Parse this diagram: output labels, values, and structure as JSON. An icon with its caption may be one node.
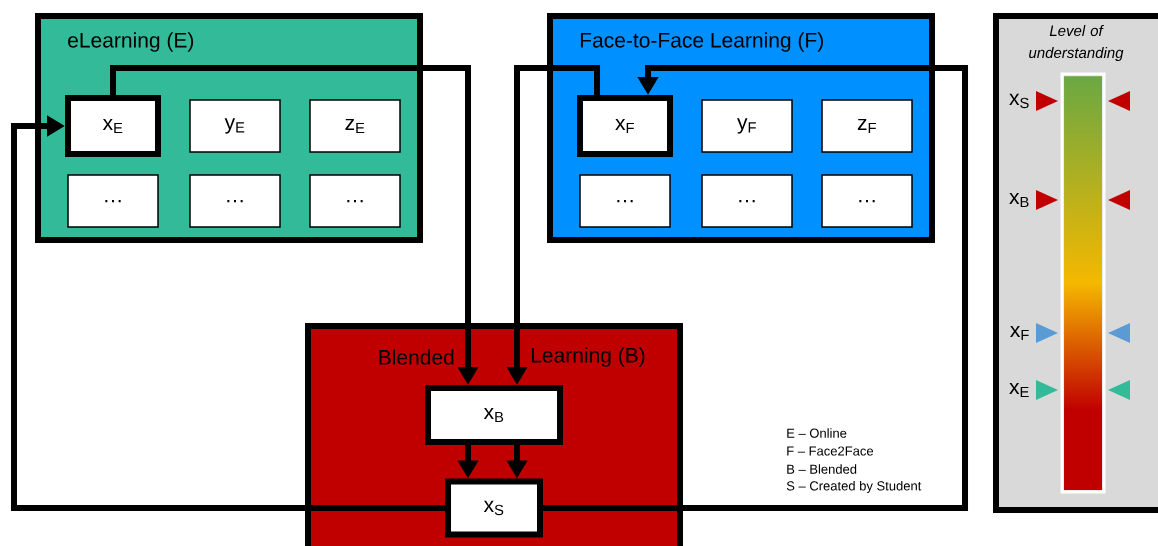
{
  "diagram": {
    "nodes": [
      {
        "text": [
          "eLearning (E)"
        ]
      },
      {
        "text": [
          "x$_{E}$"
        ],
        "in": 0
      },
      {
        "text": [
          "y$_{E}$"
        ],
        "in": 0
      },
      {
        "text": [
          "z$_{E}$"
        ],
        "in": 0
      },
      {
        "text": [
          "…"
        ],
        "in": 0
      },
      {
        "text": [
          "…"
        ],
        "in": 0
      },
      {
        "text": [
          "…"
        ],
        "in": 0
      },
      {
        "text": [
          "Face-to-Face Learning (F)"
        ]
      },
      {
        "text": [
          "x$_{F}$"
        ],
        "in": 7
      },
      {
        "text": [
          "y$_{F}$"
        ],
        "in": 7
      },
      {
        "text": [
          "z$_{F}$"
        ],
        "in": 7
      },
      {
        "text": [
          "…"
        ],
        "in": 7
      },
      {
        "text": [
          "…"
        ],
        "in": 7
      },
      {
        "text": [
          "…"
        ],
        "in": 7
      },
      {
        "text": [
          "Blended",
          "Learning (B)"
        ]
      },
      {
        "text": [
          "x$_{B}$"
        ],
        "in": 14
      },
      {
        "text": [
          "x$_{S}$"
        ],
        "in": 14
      },
      {
        "text": [
          "Level of understanding"
        ]
      }
    ],
    "edges": [
      {
        "from": 1,
        "to": 15,
        "arrow": "to"
      },
      {
        "from": 8,
        "to": 15,
        "arrow": "to"
      },
      {
        "from": 15,
        "to": 16,
        "arrow": "to"
      },
      {
        "from": 15,
        "to": 16,
        "arrow": "to"
      },
      {
        "from": 16,
        "to": 1,
        "arrow": "to"
      },
      {
        "from": 16,
        "to": 8,
        "arrow": "to"
      }
    ],
    "labels": [
      "x$_{S}$",
      "x$_{B}$",
      "x$_{F}$",
      "x$_{E}$",
      "E – Online",
      "F – Face2Face",
      "B – Blended",
      "S – Created by Student"
    ]
  }
}
